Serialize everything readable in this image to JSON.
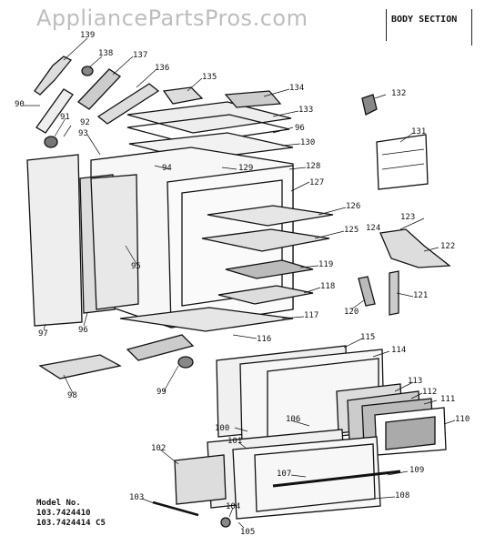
{
  "watermark": "AppliancePartsPros.com",
  "section_title": "BODY SECTION",
  "model": {
    "heading": "Model No.",
    "lines": [
      "103.7424410",
      "103.7424414 C5"
    ]
  },
  "part_labels": {
    "p139": "139",
    "p138": "138",
    "p137": "137",
    "p136": "136",
    "p135": "135",
    "p134": "134",
    "p133": "133",
    "p132": "132",
    "p131": "131",
    "p130": "130",
    "p129": "129",
    "p128": "128",
    "p127": "127",
    "p126": "126",
    "p125": "125",
    "p124": "124",
    "p123": "123",
    "p122": "122",
    "p121": "121",
    "p120": "120",
    "p119": "119",
    "p118": "118",
    "p117": "117",
    "p116": "116",
    "p115": "115",
    "p114": "114",
    "p113": "113",
    "p112": "112",
    "p111": "111",
    "p110": "110",
    "p109": "109",
    "p108": "108",
    "p107": "107",
    "p106": "106",
    "p105": "105",
    "p104": "104",
    "p103": "103",
    "p102": "102",
    "p101": "101",
    "p100": "100",
    "p99": "99",
    "p98": "98",
    "p97": "97",
    "p96a": "96",
    "p96b": "96",
    "p95": "95",
    "p94": "94",
    "p93": "93",
    "p92": "92",
    "p91": "91",
    "p90": "90"
  }
}
